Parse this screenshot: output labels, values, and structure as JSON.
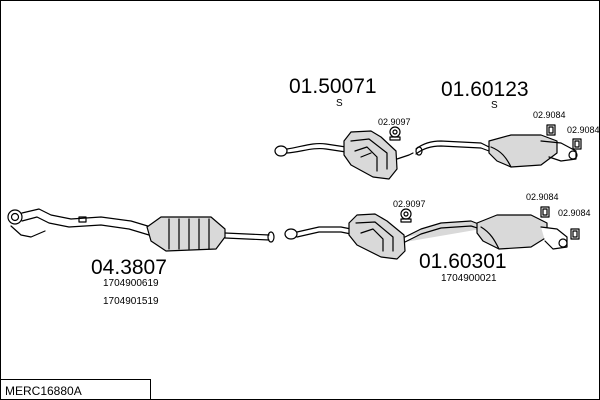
{
  "diagram": {
    "code": "MERC16880A",
    "parts": [
      {
        "number": "01.50071",
        "note": "S"
      },
      {
        "number": "01.60123",
        "note": "S"
      },
      {
        "number": "04.3807",
        "refs": [
          "1704900619",
          "1704901519"
        ]
      },
      {
        "number": "01.60301",
        "refs": [
          "1704900021"
        ]
      }
    ],
    "accessories": {
      "top_clamp": "02.9097",
      "top_mount_1": "02.9084",
      "top_mount_2": "02.9084",
      "bottom_clamp": "02.9097",
      "bottom_mount_1": "02.9084",
      "bottom_mount_2": "02.9084"
    }
  }
}
